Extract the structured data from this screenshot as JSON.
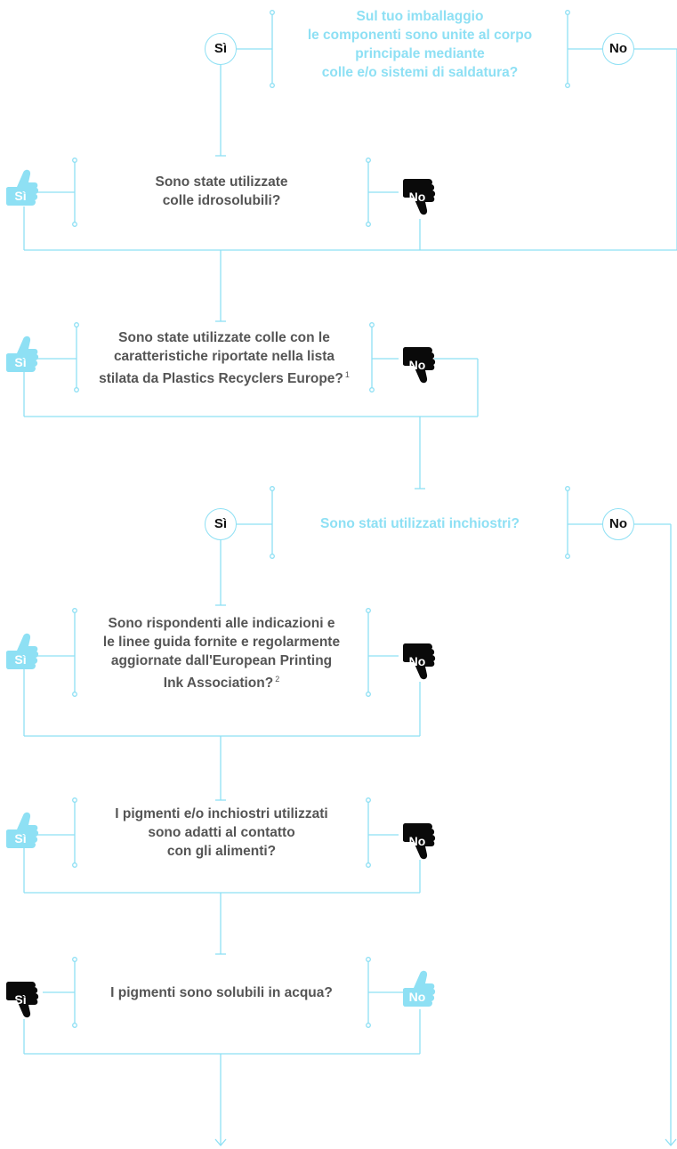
{
  "colors": {
    "line": "#8ee0f4",
    "light_text": "#8ee0f4",
    "dark_text": "#555555",
    "thumb_light": "#8ee0f4",
    "thumb_dark": "#0a0a0a"
  },
  "q1": {
    "lines": [
      "Sul tuo imballaggio",
      "le componenti sono unite al corpo",
      "principale mediante",
      "colle e/o sistemi di saldatura?"
    ],
    "yes": "Sì",
    "no": "No"
  },
  "q2": {
    "lines": [
      "Sono state utilizzate",
      "colle idrosolubili?"
    ],
    "yes": "Sì",
    "no": "No"
  },
  "q3": {
    "lines": [
      "Sono state utilizzate colle con le",
      "caratteristiche riportate nella lista",
      "stilata da Plastics Recyclers Europe?"
    ],
    "note": "1",
    "yes": "Sì",
    "no": "No"
  },
  "q4": {
    "lines": [
      "Sono stati utilizzati inchiostri?"
    ],
    "yes": "Sì",
    "no": "No"
  },
  "q5": {
    "lines": [
      "Sono rispondenti alle indicazioni e",
      "le linee guida fornite e regolarmente",
      "aggiornate dall'European Printing",
      "Ink Association?"
    ],
    "note": "2",
    "yes": "Sì",
    "no": "No"
  },
  "q6": {
    "lines": [
      "I pigmenti e/o inchiostri utilizzati",
      "sono adatti al contatto",
      "con gli alimenti?"
    ],
    "yes": "Sì",
    "no": "No"
  },
  "q7": {
    "lines": [
      "I pigmenti sono solubili in acqua?"
    ],
    "yes": "Sì",
    "no": "No"
  }
}
